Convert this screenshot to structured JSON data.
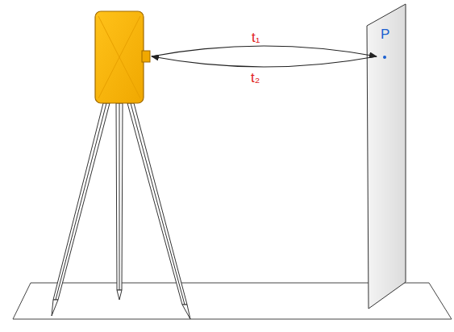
{
  "diagram": {
    "labels": [
      "t₁",
      "t₂",
      "P"
    ]
  }
}
